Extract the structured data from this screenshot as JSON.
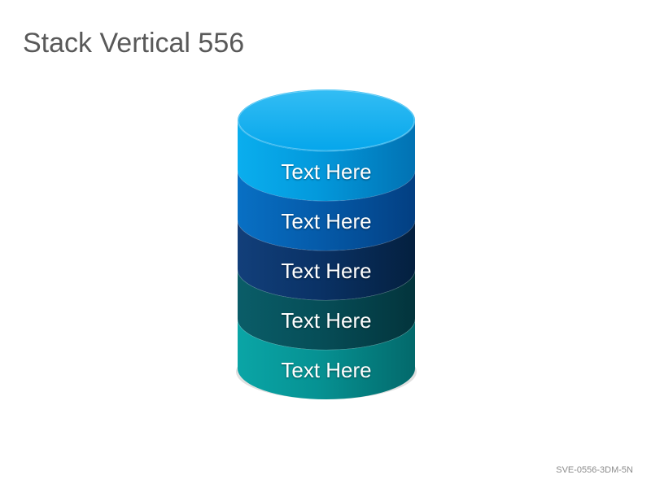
{
  "title": "Stack Vertical 556",
  "code": "SVE-0556-3DM-5N",
  "layers": [
    {
      "label": "Text Here",
      "color": "#0399DC",
      "dark": "#0272B3",
      "light": "#0AAEEE"
    },
    {
      "label": "Text Here",
      "color": "#055BAA",
      "dark": "#033F82",
      "light": "#0870C4"
    },
    {
      "label": "Text Here",
      "color": "#0A3266",
      "dark": "#04203F",
      "light": "#123F7A"
    },
    {
      "label": "Text Here",
      "color": "#064E58",
      "dark": "#03343C",
      "light": "#0A5D68"
    },
    {
      "label": "Text Here",
      "color": "#069293",
      "dark": "#03696B",
      "light": "#0AA5A6"
    }
  ],
  "top_cap": {
    "color": "#05A6EB",
    "light": "#33BDF4"
  }
}
